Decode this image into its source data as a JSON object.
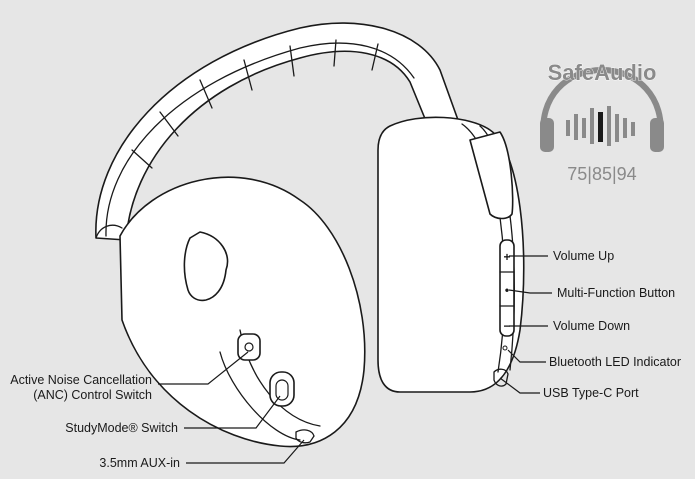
{
  "labels": {
    "volume_up": "Volume Up",
    "multi_function": "Multi-Function Button",
    "volume_down": "Volume Down",
    "bluetooth_led": "Bluetooth LED Indicator",
    "usb_port": "USB Type-C Port",
    "anc_line1": "Active Noise Cancellation",
    "anc_line2": "(ANC) Control Switch",
    "studymode": "StudyMode® Switch",
    "aux": "3.5mm AUX-in"
  },
  "logo": {
    "brand": "SafeAudio",
    "levels": "75|85|94"
  },
  "buttons": {
    "plus_symbol": "+",
    "minus_symbol": "−",
    "dot_symbol": "•"
  },
  "colors": {
    "background": "#e6e6e6",
    "line": "#1a1a1a",
    "logo_gray": "#8a8a8a"
  }
}
